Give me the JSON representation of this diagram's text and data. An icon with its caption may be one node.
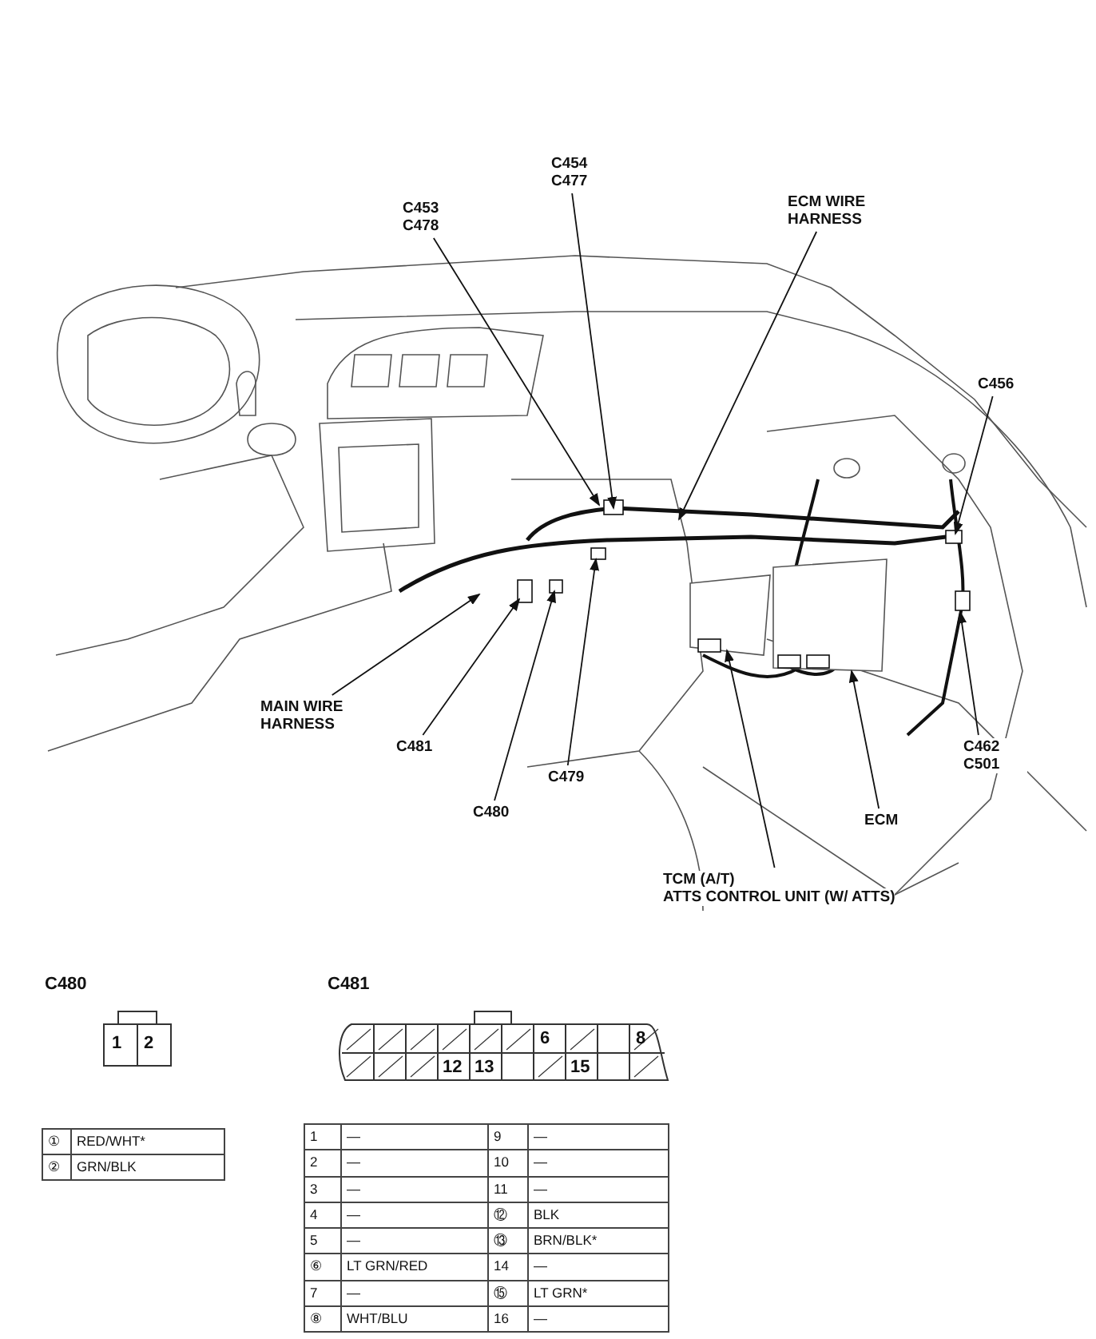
{
  "diagram": {
    "nodes": [
      {
        "text": [
          "C454 C477"
        ]
      },
      {
        "text": [
          "C453 C478"
        ]
      },
      {
        "text": [
          "ECM WIRE HARNESS"
        ]
      },
      {
        "text": [
          "C456"
        ]
      },
      {
        "text": [
          "MAIN WIRE HARNESS"
        ]
      },
      {
        "text": [
          "C481"
        ]
      },
      {
        "text": [
          "C480"
        ]
      },
      {
        "text": [
          "C479"
        ]
      },
      {
        "text": [
          "C462 C501"
        ]
      },
      {
        "text": [
          "ECM"
        ]
      },
      {
        "text": [
          "TCM (A/T)",
          "ATTS CONTROL UNIT (W/ ATTS)"
        ]
      }
    ],
    "edges": [
      {
        "from": 0,
        "to": null,
        "arrow": "to"
      },
      {
        "from": 1,
        "to": null,
        "arrow": "to"
      },
      {
        "from": 2,
        "to": null,
        "arrow": "to"
      },
      {
        "from": 3,
        "to": null,
        "arrow": "to"
      },
      {
        "from": 4,
        "to": null,
        "arrow": "to"
      },
      {
        "from": 5,
        "to": null,
        "arrow": "to"
      },
      {
        "from": 6,
        "to": null,
        "arrow": "to"
      },
      {
        "from": 7,
        "to": null,
        "arrow": "to"
      },
      {
        "from": 8,
        "to": null,
        "arrow": "to"
      },
      {
        "from": 9,
        "to": null,
        "arrow": "to"
      },
      {
        "from": 10,
        "to": null,
        "arrow": "to"
      }
    ],
    "labels": [
      "C480",
      "1",
      "2",
      "C481",
      "6",
      "8",
      "12",
      "13",
      "15",
      "①",
      "RED/WHT*",
      "②",
      "GRN/BLK",
      "1",
      "—",
      "9",
      "—",
      "2",
      "—",
      "10",
      "—",
      "3",
      "—",
      "11",
      "—",
      "4",
      "—",
      "⑫",
      "BLK",
      "5",
      "—",
      "⑬",
      "BRN/BLK*",
      "⑥",
      "LT GRN/RED",
      "14",
      "—",
      "7",
      "—",
      "⑮",
      "LT GRN*",
      "⑧",
      "WHT/BLU",
      "16",
      "—"
    ]
  }
}
